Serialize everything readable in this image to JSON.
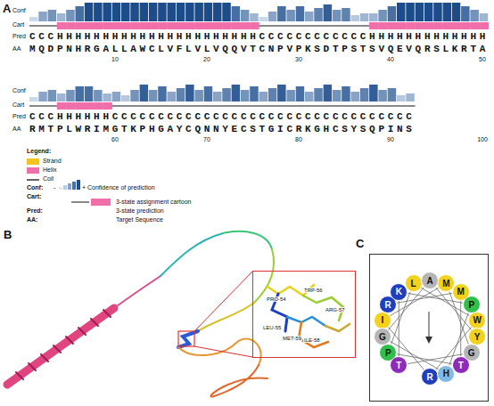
{
  "diagram": {
    "nodes": [
      {
        "text": [
          "PRO-54",
          "TRP-56",
          "ARG-57",
          "LEU-55",
          "MET-59",
          "ILE-58"
        ]
      },
      {
        "text": [
          "C"
        ]
      },
      {
        "text": [
          "R"
        ],
        "in": 1
      },
      {
        "text": [
          "M"
        ],
        "in": 1
      },
      {
        "text": [
          "T"
        ],
        "in": 1
      },
      {
        "text": [
          "P"
        ],
        "in": 1
      },
      {
        "text": [
          "L"
        ],
        "in": 1
      },
      {
        "text": [
          "W"
        ],
        "in": 1
      },
      {
        "text": [
          "R"
        ],
        "in": 1
      },
      {
        "text": [
          "I"
        ],
        "in": 1
      },
      {
        "text": [
          "M"
        ],
        "in": 1
      },
      {
        "text": [
          "G"
        ],
        "in": 1
      },
      {
        "text": [
          "T"
        ],
        "in": 1
      },
      {
        "text": [
          "K"
        ],
        "in": 1
      },
      {
        "text": [
          "P"
        ],
        "in": 1
      },
      {
        "text": [
          "H"
        ],
        "in": 1
      },
      {
        "text": [
          "G"
        ],
        "in": 1
      },
      {
        "text": [
          "A"
        ],
        "in": 1
      },
      {
        "text": [
          "Y"
        ],
        "in": 1
      }
    ],
    "edges": [
      {
        "from": 2,
        "to": 3,
        "arrow": "none"
      },
      {
        "from": 3,
        "to": 4,
        "arrow": "none"
      },
      {
        "from": 4,
        "to": 5,
        "arrow": "none"
      },
      {
        "from": 5,
        "to": 6,
        "arrow": "none"
      },
      {
        "from": 6,
        "to": 7,
        "arrow": "none"
      },
      {
        "from": 7,
        "to": 8,
        "arrow": "none"
      },
      {
        "from": 8,
        "to": 9,
        "arrow": "none"
      },
      {
        "from": 9,
        "to": 10,
        "arrow": "none"
      },
      {
        "from": 10,
        "to": 11,
        "arrow": "none"
      },
      {
        "from": 11,
        "to": 12,
        "arrow": "none"
      },
      {
        "from": 12,
        "to": 13,
        "arrow": "none"
      },
      {
        "from": 13,
        "to": 14,
        "arrow": "none"
      },
      {
        "from": 14,
        "to": 15,
        "arrow": "none"
      },
      {
        "from": 15,
        "to": 16,
        "arrow": "none"
      },
      {
        "from": 16,
        "to": 17,
        "arrow": "none"
      },
      {
        "from": 17,
        "to": 18,
        "arrow": "none"
      }
    ],
    "labels": [
      "A",
      "B",
      "Conf",
      "Cart",
      "Pred",
      "AA",
      "CCCHHHHHHHHHHHHHHHHHHHHHHCCCCCCCCCCCCHHHHHHHHHHHHH",
      "MQDPNHRGALLAWCLVFLVLVQQVTCNPVPKSDTPSTSVQEVQRSLKRTA",
      "10",
      "20",
      "30",
      "40",
      "50",
      "Conf",
      "Cart",
      "Pred",
      "AA",
      "CCCHHHHHHCCCCCCCCCCCCCCCCCCCCCCCCCCCCCCCCC",
      "RMTPLWRIMGTKPHGAYCQNNYECSTGICRKGHCSYSQPINS",
      "60",
      "70",
      "80",
      "90",
      "100",
      "Legend:",
      "Conf:",
      "-",
      "+ Confidence of prediction",
      "Cart:",
      "3-state assignment cartoon",
      "Pred:",
      "3-state prediction",
      "AA:",
      "Target Sequence"
    ],
    "legend": [
      {
        "text": "Strand",
        "color": "#f2c41c"
      },
      {
        "text": "Helix",
        "color": "#f06ea9"
      },
      {
        "text": "Coil"
      }
    ]
  }
}
